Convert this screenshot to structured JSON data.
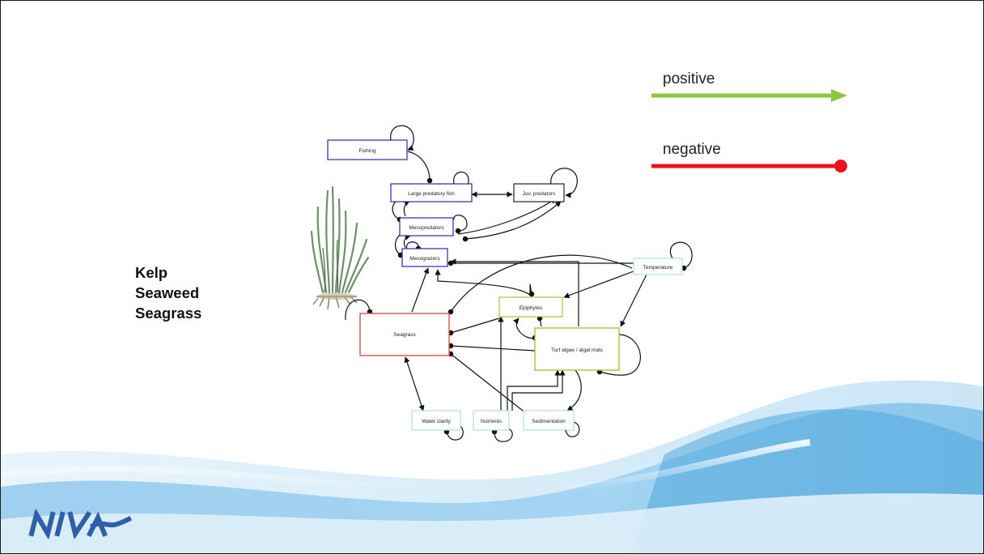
{
  "legend": {
    "positive_label": "positive",
    "negative_label": "negative",
    "positive_color": "#8dc63f",
    "negative_color": "#e8141b"
  },
  "habitats": [
    "Kelp",
    "Seaweed",
    "Seagrass"
  ],
  "logo": {
    "text": "NIVA",
    "color": "#2e5fa8"
  },
  "nodes": {
    "fishing": "Fishing",
    "large_predatory_fish": "Large predatory fish",
    "juv_predators": "Juv. predators",
    "mesopredators": "Mesopredators",
    "mesograzers": "Mesograzers",
    "temperature": "Temperature",
    "epiphytes": "Epiphytes",
    "seagrass": "Seagrass",
    "turf_algae": "Turf algae / algal mats",
    "water_clarity": "Water clarity",
    "nutrients": "Nutrients",
    "sedimentation": "Sedimentation"
  },
  "node_colors": {
    "animal": "#2a2aa8",
    "plant": "#9acd32",
    "focal": "#d9534f",
    "environment": "#b9dde6",
    "juvenile": "#222222"
  }
}
